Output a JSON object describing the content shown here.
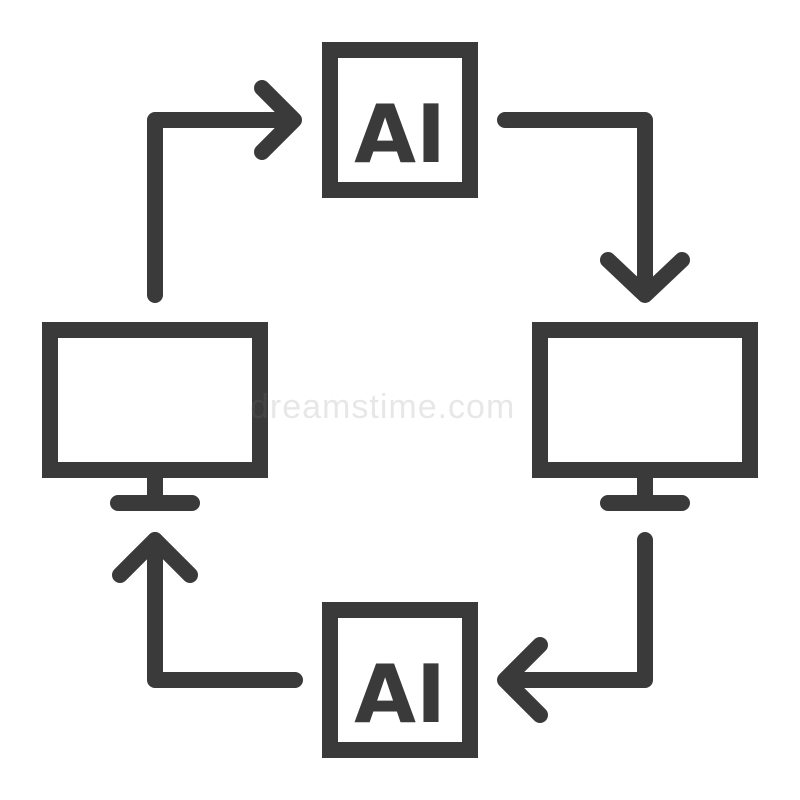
{
  "diagram": {
    "nodes": {
      "ai_top": {
        "label": "AI"
      },
      "ai_bottom": {
        "label": "AI"
      },
      "monitor_left": {
        "icon": "monitor-icon"
      },
      "monitor_right": {
        "icon": "monitor-icon"
      }
    },
    "flow": [
      "monitor_left",
      "ai_top",
      "monitor_right",
      "ai_bottom",
      "monitor_left"
    ],
    "colors": {
      "stroke": "#3a3a3a",
      "background": "#ffffff"
    }
  },
  "watermark": {
    "text": "dreamstime.com"
  }
}
